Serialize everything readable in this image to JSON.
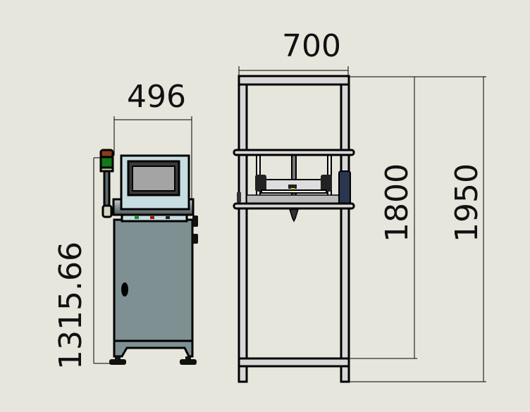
{
  "drawing": {
    "dimensions": {
      "cabinet_width": "496",
      "cabinet_height": "1315.66",
      "frame_width": "700",
      "frame_inner_height": "1800",
      "frame_total_height": "1950"
    },
    "colors": {
      "background": "#e6e6dc",
      "cabinet_body": "#7f9093",
      "panel": "#c8dde2",
      "screen": "#a4a4a4",
      "frame_tube": "#d8d8d8",
      "signal_red": "#8b3a1e",
      "signal_green": "#0f7a1a"
    }
  }
}
